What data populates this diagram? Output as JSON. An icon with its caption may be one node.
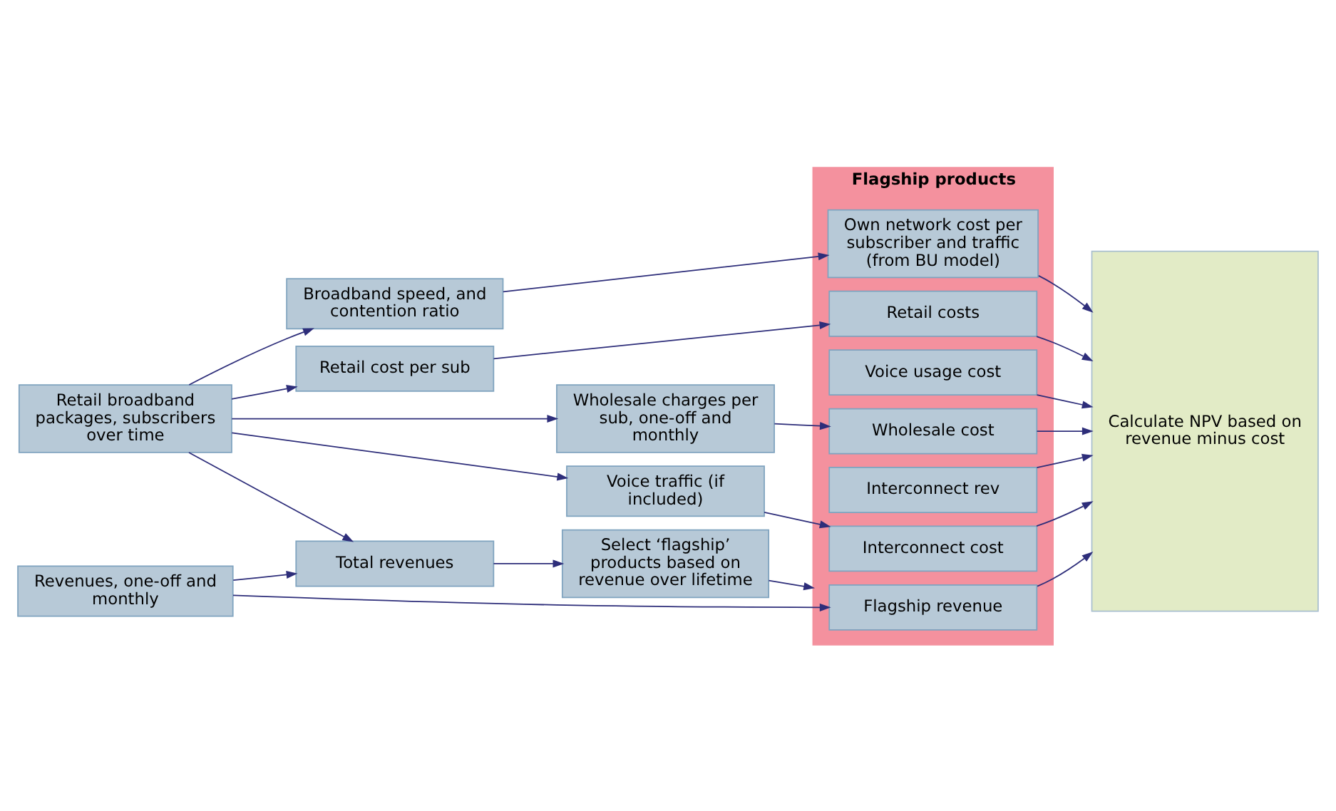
{
  "diagram": {
    "nodes": [
      {
        "text": [
          "Retail broadband packages, subscribers over time"
        ]
      },
      {
        "text": [
          "Total revenues"
        ]
      },
      {
        "text": [
          "Select ‘flagship’ products based on revenue over lifetime"
        ]
      },
      {
        "text": [
          "Revenues, one-off and monthly"
        ]
      },
      {
        "text": [
          "Flagship products"
        ]
      },
      {
        "text": [
          "Flagship revenue"
        ],
        "in": 4
      },
      {
        "text": [
          "Wholesale charges per sub, one-off and monthly"
        ]
      },
      {
        "text": [
          "Wholesale cost"
        ],
        "in": 4
      },
      {
        "text": [
          "Voice traffic (if included)"
        ]
      },
      {
        "text": [
          "Voice usage cost"
        ],
        "in": 4
      },
      {
        "text": [
          "Interconnect cost"
        ],
        "in": 4
      },
      {
        "text": [
          "Interconnect rev"
        ],
        "in": 4
      },
      {
        "text": [
          "Broadband speed, and contention ratio"
        ]
      },
      {
        "text": [
          "Own network cost per subscriber and traffic (from BU model)"
        ],
        "in": 4
      },
      {
        "text": [
          "Retail cost per sub"
        ]
      },
      {
        "text": [
          "Retail costs"
        ],
        "in": 4
      },
      {
        "text": [
          "Calculate NPV based on revenue minus cost"
        ]
      }
    ],
    "edges": [
      {
        "from": 0,
        "to": 1,
        "arrow": "to"
      },
      {
        "from": 3,
        "to": 1,
        "arrow": "to"
      },
      {
        "from": 1,
        "to": 2,
        "arrow": "to"
      },
      {
        "from": 2,
        "to": 4,
        "arrow": "to"
      },
      {
        "from": 3,
        "to": 5,
        "arrow": "to"
      },
      {
        "from": 0,
        "to": 6,
        "arrow": "to"
      },
      {
        "from": 0,
        "to": 8,
        "arrow": "to"
      },
      {
        "from": 0,
        "to": 12,
        "arrow": "to"
      },
      {
        "from": 0,
        "to": 14,
        "arrow": "to"
      },
      {
        "from": 6,
        "to": 7,
        "arrow": "to"
      },
      {
        "from": 8,
        "to": 10,
        "arrow": "to"
      },
      {
        "from": 12,
        "to": 13,
        "arrow": "to"
      },
      {
        "from": 14,
        "to": 15,
        "arrow": "to"
      },
      {
        "from": 5,
        "to": 16,
        "arrow": "to"
      },
      {
        "from": 7,
        "to": 16,
        "arrow": "to"
      },
      {
        "from": 9,
        "to": 16,
        "arrow": "to"
      },
      {
        "from": 10,
        "to": 16,
        "arrow": "to"
      },
      {
        "from": 11,
        "to": 16,
        "arrow": "to"
      },
      {
        "from": 13,
        "to": 16,
        "arrow": "to"
      },
      {
        "from": 15,
        "to": 16,
        "arrow": "to"
      }
    ]
  }
}
